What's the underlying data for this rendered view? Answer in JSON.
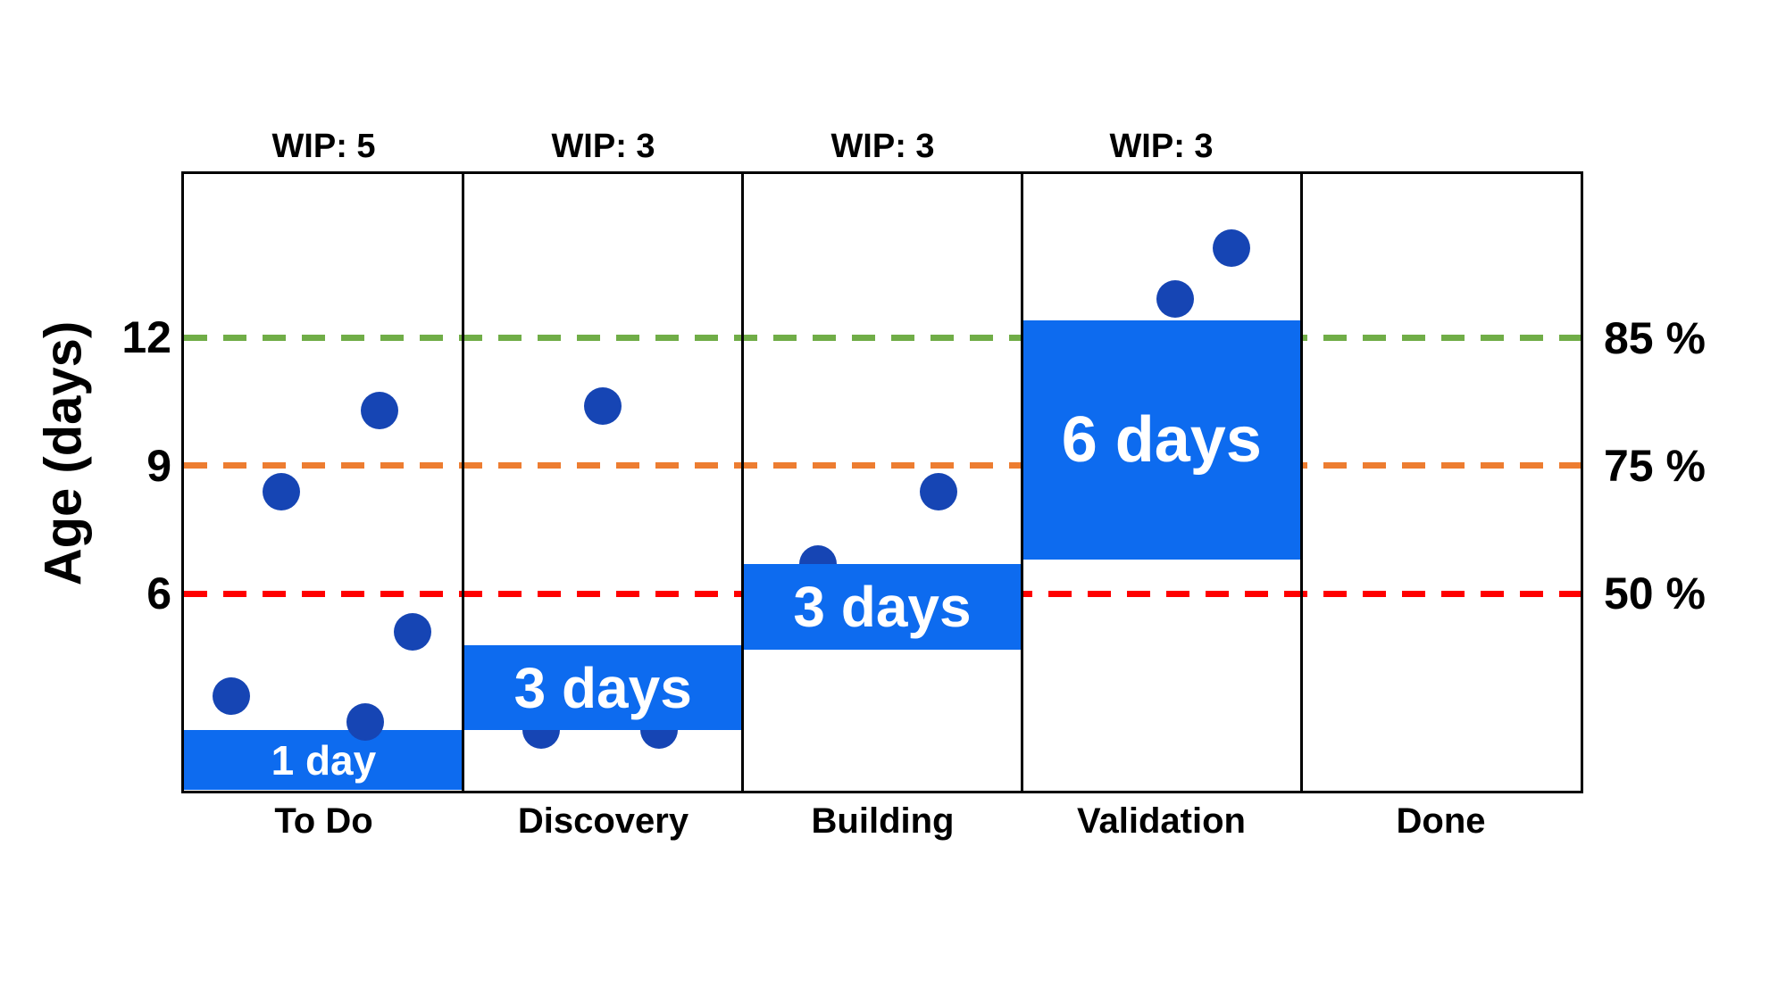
{
  "chart_data": {
    "type": "scatter",
    "title": "",
    "ylabel": "Age (days)",
    "y_tick_labels": [
      "12",
      "9",
      "6"
    ],
    "y_tick_ages": [
      12,
      9,
      6
    ],
    "ylim_days": [
      0,
      15.8
    ],
    "x_categories": [
      "To Do",
      "Discovery",
      "Building",
      "Validation",
      "Done"
    ],
    "legend_position": "right-margin",
    "grid": "off",
    "percentile_lines": [
      {
        "label": "50 %",
        "age_days": 6,
        "color": "#FF0000"
      },
      {
        "label": "75 %",
        "age_days": 9,
        "color": "#ED7D31"
      },
      {
        "label": "85 %",
        "age_days": 12,
        "color": "#70AD47"
      }
    ],
    "columns": [
      {
        "name": "To Do",
        "wip_label": "WIP: 5",
        "wip": 5,
        "box_label": "1 day",
        "box_age_range_days": [
          1.4,
          2.8
        ],
        "dots": [
          {
            "age_days": 10.3,
            "x_frac": 0.7
          },
          {
            "age_days": 8.4,
            "x_frac": 0.35
          },
          {
            "age_days": 5.1,
            "x_frac": 0.82
          },
          {
            "age_days": 3.6,
            "x_frac": 0.17
          },
          {
            "age_days": 3.0,
            "x_frac": 0.65
          }
        ]
      },
      {
        "name": "Discovery",
        "wip_label": "WIP: 3",
        "wip": 3,
        "box_label": "3 days",
        "box_age_range_days": [
          2.8,
          4.8
        ],
        "dots": [
          {
            "age_days": 10.4,
            "x_frac": 0.5
          },
          {
            "age_days": 2.8,
            "x_frac": 0.28,
            "behind_box": true
          },
          {
            "age_days": 2.8,
            "x_frac": 0.7,
            "behind_box": true
          }
        ]
      },
      {
        "name": "Building",
        "wip_label": "WIP: 3",
        "wip": 3,
        "box_label": "3 days",
        "box_age_range_days": [
          4.7,
          6.7
        ],
        "dots": [
          {
            "age_days": 8.4,
            "x_frac": 0.7
          },
          {
            "age_days": 6.7,
            "x_frac": 0.27,
            "behind_box": true
          }
        ]
      },
      {
        "name": "Validation",
        "wip_label": "WIP: 3",
        "wip": 3,
        "box_label": "6 days",
        "box_age_range_days": [
          6.8,
          12.4
        ],
        "dots": [
          {
            "age_days": 14.1,
            "x_frac": 0.75
          },
          {
            "age_days": 12.9,
            "x_frac": 0.55
          }
        ]
      },
      {
        "name": "Done",
        "dots": []
      }
    ],
    "colors": {
      "box_blue": "#0d6bef",
      "dot_blue": "#1645b4",
      "line_50": "#FF0000",
      "line_75": "#ED7D31",
      "line_85": "#70AD47"
    }
  }
}
